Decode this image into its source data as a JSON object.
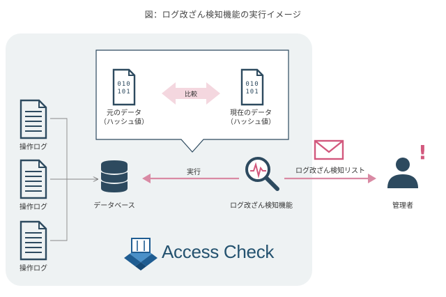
{
  "title": "図：ログ改ざん検知機能の実行イメージ",
  "logs": [
    {
      "label": "操作ログ"
    },
    {
      "label": "操作ログ"
    },
    {
      "label": "操作ログ"
    }
  ],
  "database": {
    "label": "データベース"
  },
  "detector": {
    "label": "ログ改ざん検知機能"
  },
  "execute_label": "実行",
  "comparison": {
    "label": "比較",
    "original": {
      "line1": "元のデータ",
      "line2": "（ハッシュ値）",
      "bits": [
        "010",
        "101"
      ]
    },
    "current": {
      "line1": "現在のデータ",
      "line2": "（ハッシュ値）",
      "bits": [
        "010",
        "101"
      ]
    }
  },
  "alert": {
    "list_label": "ログ改ざん検知リスト",
    "mark": "!"
  },
  "admin": {
    "label": "管理者"
  },
  "brand": {
    "name": "Access Check"
  },
  "colors": {
    "dark": "#2d4a5f",
    "pink": "#d98aa4",
    "pink_light": "#f4d7df",
    "panel": "#eef2f3",
    "brand": "#24526f"
  }
}
